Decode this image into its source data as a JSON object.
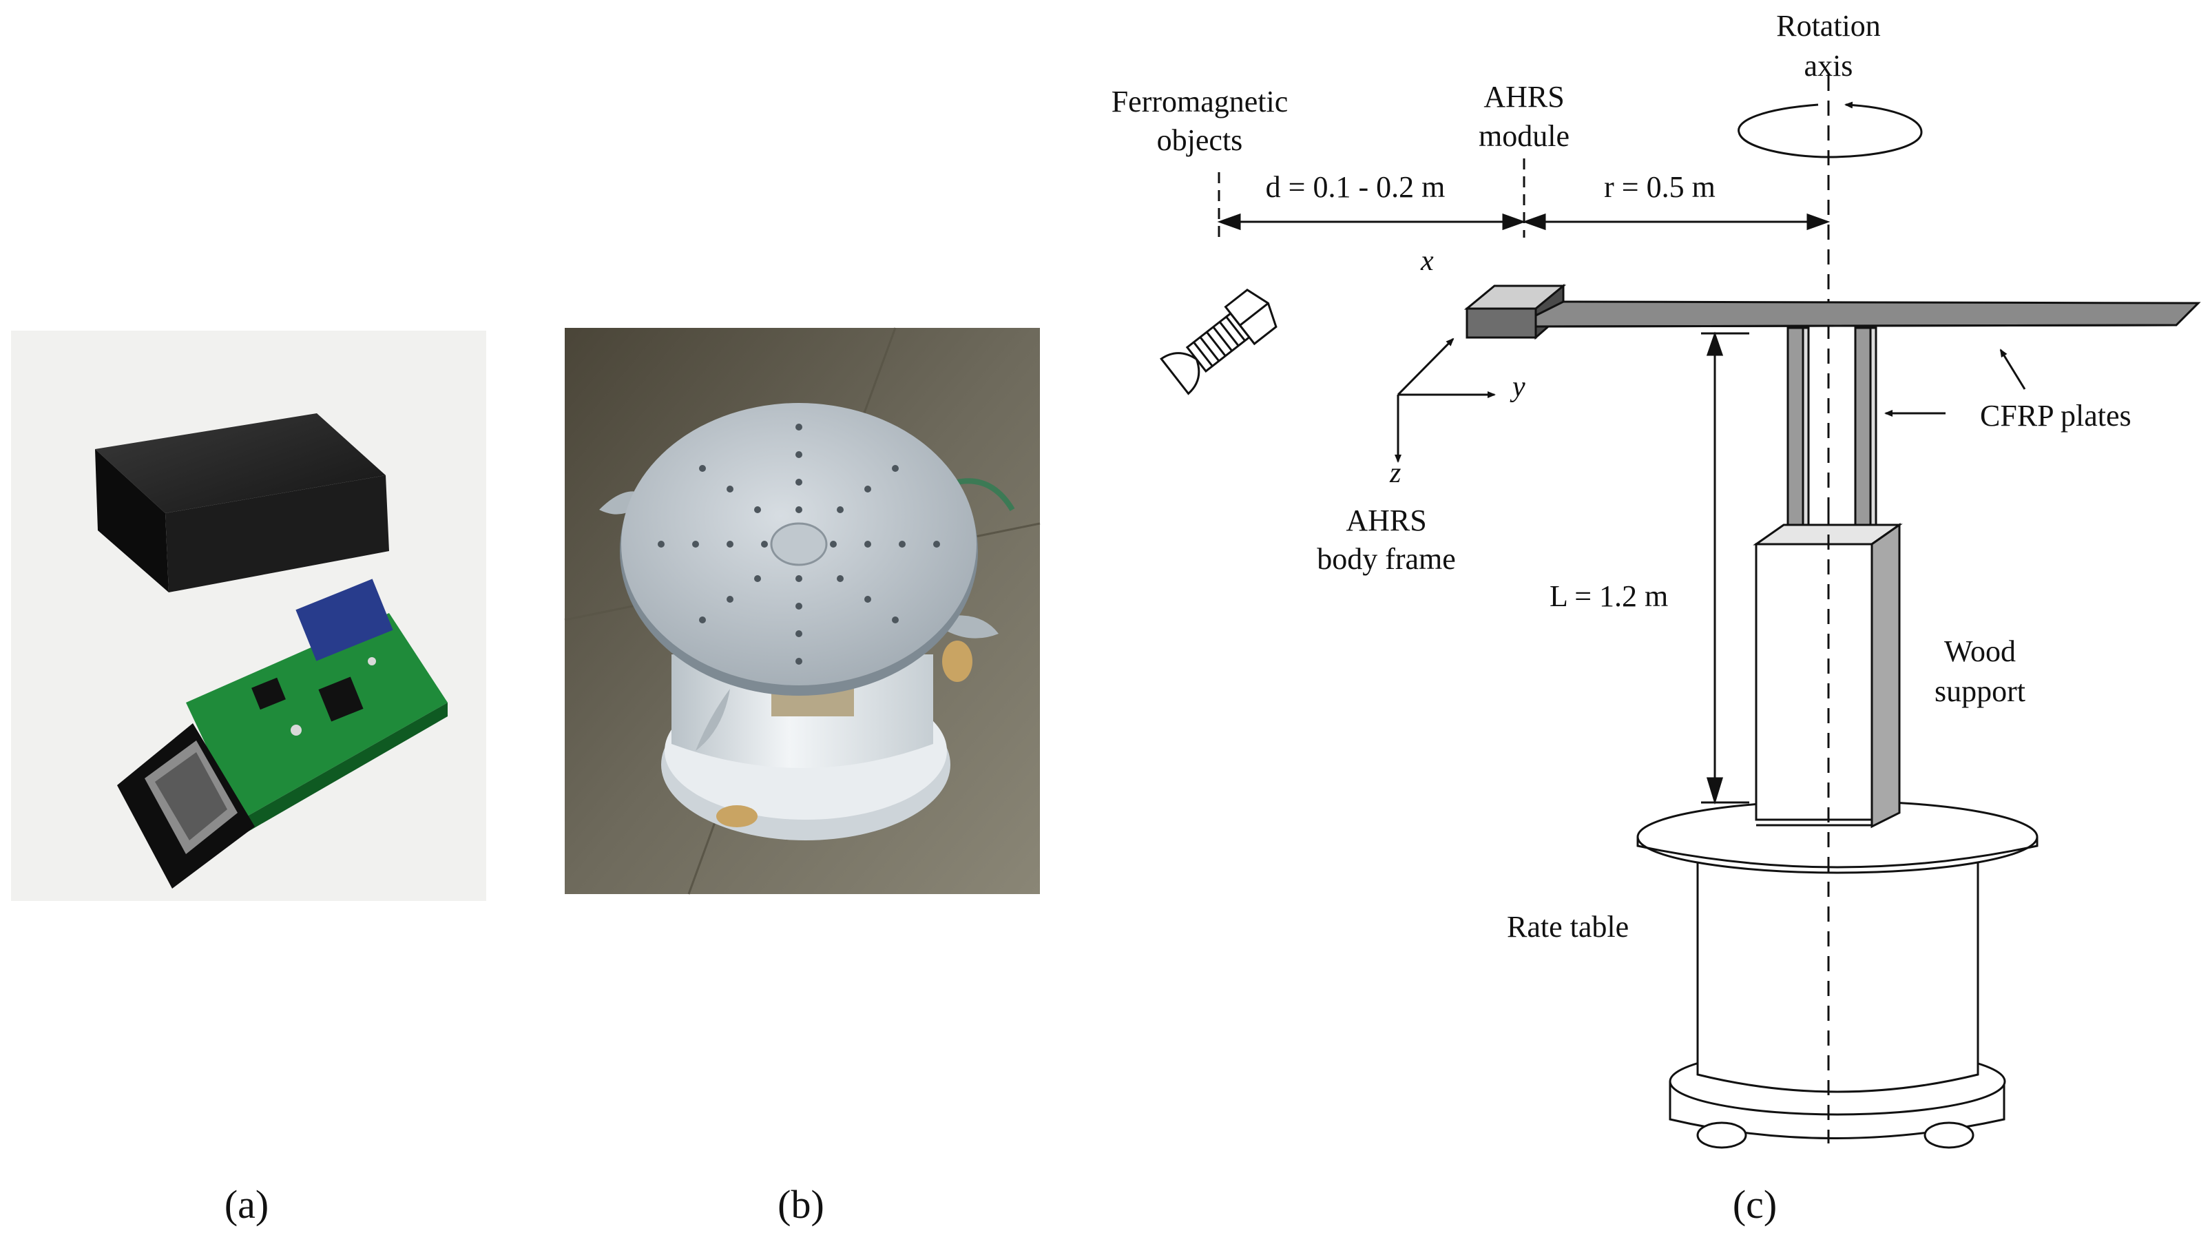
{
  "panels": {
    "a": {
      "caption": "(a)"
    },
    "b": {
      "caption": "(b)"
    },
    "c": {
      "caption": "(c)",
      "labels": {
        "rotation_axis_line1": "Rotation",
        "rotation_axis_line2": "axis",
        "ferro_line1": "Ferromagnetic",
        "ferro_line2": "objects",
        "ahrs_module_line1": "AHRS",
        "ahrs_module_line2": "module",
        "dim_d": "d = 0.1 - 0.2 m",
        "dim_r": "r = 0.5 m",
        "dim_L": "L = 1.2 m",
        "cfrp": "CFRP plates",
        "body_frame_line1": "AHRS",
        "body_frame_line2": "body frame",
        "wood_line1": "Wood",
        "wood_line2": "support",
        "rate_table": "Rate table",
        "axis_x": "x",
        "axis_y": "y",
        "axis_z": "z"
      }
    }
  }
}
